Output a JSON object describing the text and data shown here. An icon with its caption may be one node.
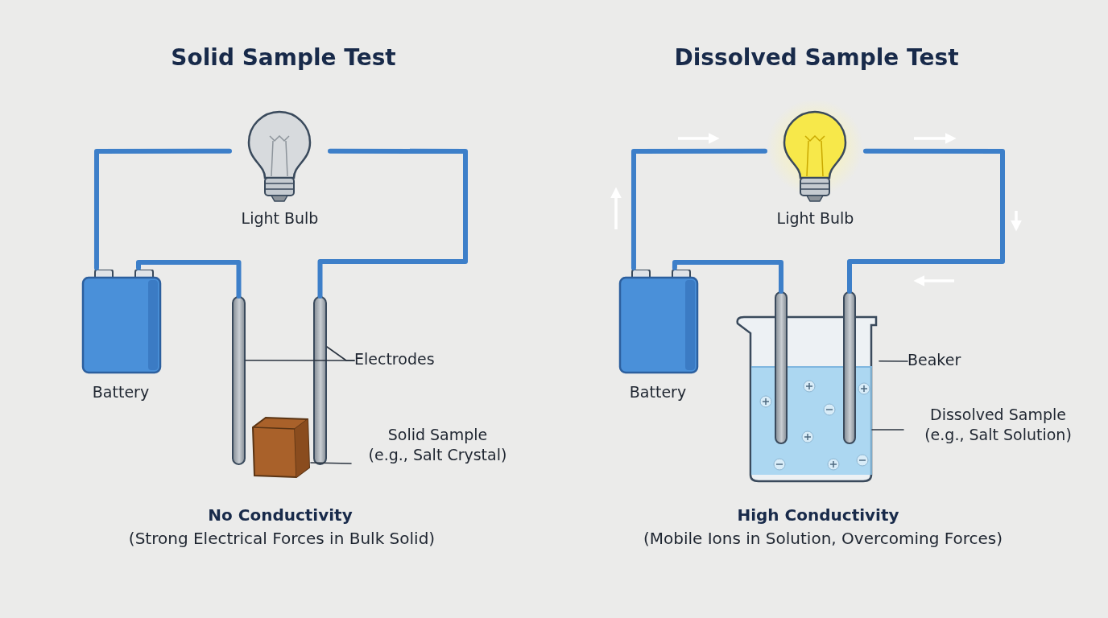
{
  "diagram": {
    "nodes": [
      {
        "text": [
          "Battery"
        ]
      },
      {
        "text": [
          "Light Bulb"
        ]
      },
      {
        "text": [],
        "shape": "bar"
      },
      {
        "text": [],
        "shape": "bar"
      },
      {
        "text": [
          "Electrodes"
        ]
      },
      {
        "text": [],
        "shape": "picture"
      },
      {
        "text": [
          "Solid Sample (e.g., Salt Crystal)"
        ]
      },
      {
        "text": [
          "Battery"
        ]
      },
      {
        "text": [
          "Light Bulb"
        ]
      },
      {
        "text": [],
        "shape": "picture"
      },
      {
        "text": [],
        "shape": "bar"
      },
      {
        "text": [],
        "shape": "bar"
      },
      {
        "text": [],
        "shape": "box",
        "in": 9
      },
      {
        "text": [
          "Beaker"
        ]
      },
      {
        "text": [
          "Dissolved Sample (e.g., Salt Solution)"
        ]
      }
    ],
    "edges": [
      {
        "from": 0,
        "to": 1,
        "arrow": "none"
      },
      {
        "from": 1,
        "to": 3,
        "arrow": "none"
      },
      {
        "from": 0,
        "to": 2,
        "arrow": "none"
      },
      {
        "from": 4,
        "to": 2,
        "arrow": "none",
        "color": "#2b3440"
      },
      {
        "from": 4,
        "to": 3,
        "arrow": "none",
        "color": "#2b3440"
      },
      {
        "from": 6,
        "to": 5,
        "arrow": "none",
        "color": "#2b3440"
      },
      {
        "from": 7,
        "to": 8,
        "arrow": "none"
      },
      {
        "from": 8,
        "to": 11,
        "arrow": "none"
      },
      {
        "from": 7,
        "to": 10,
        "arrow": "none"
      },
      {
        "from": 13,
        "to": 9,
        "arrow": "none",
        "color": "#2b3440"
      },
      {
        "from": 14,
        "to": 12,
        "arrow": "none",
        "color": "#2b3440"
      }
    ],
    "labels": [
      "Solid Sample Test",
      "Dissolved Sample Test",
      "No Conductivity",
      "(Strong Electrical Forces in Bulk Solid)",
      "High Conductivity",
      "(Mobile Ions in Solution, Overcoming Forces)"
    ]
  }
}
